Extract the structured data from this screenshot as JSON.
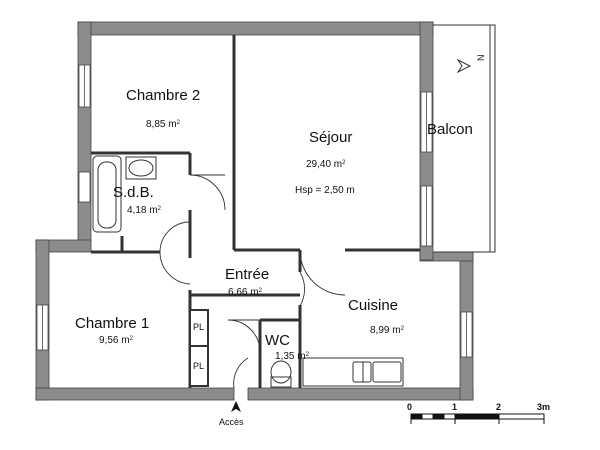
{
  "rooms": {
    "chambre2": {
      "name": "Chambre 2",
      "area": "8,85 m",
      "unit_exp": "2"
    },
    "sejour": {
      "name": "Séjour",
      "area": "29,40 m",
      "unit_exp": "2",
      "hsp": "Hsp = 2,50 m"
    },
    "balcon": {
      "name": "Balcon"
    },
    "sdb": {
      "name": "S.d.B.",
      "area": "4,18 m",
      "unit_exp": "2"
    },
    "entree": {
      "name": "Entrée",
      "area": "6,66 m",
      "unit_exp": "2"
    },
    "cuisine": {
      "name": "Cuisine",
      "area": "8,99 m",
      "unit_exp": "2"
    },
    "chambre1": {
      "name": "Chambre 1",
      "area": "9,56 m",
      "unit_exp": "2"
    },
    "wc": {
      "name": "WC",
      "area": "1,35 m",
      "unit_exp": "2"
    }
  },
  "closets": [
    "PL",
    "PL"
  ],
  "access": {
    "label": "Accès"
  },
  "north": {
    "label": "N"
  },
  "scale": {
    "ticks": [
      "0",
      "1",
      "2",
      "3m"
    ]
  },
  "colors": {
    "wall": "#8c8c8c",
    "wall_outline": "#444444",
    "line": "#222222"
  }
}
